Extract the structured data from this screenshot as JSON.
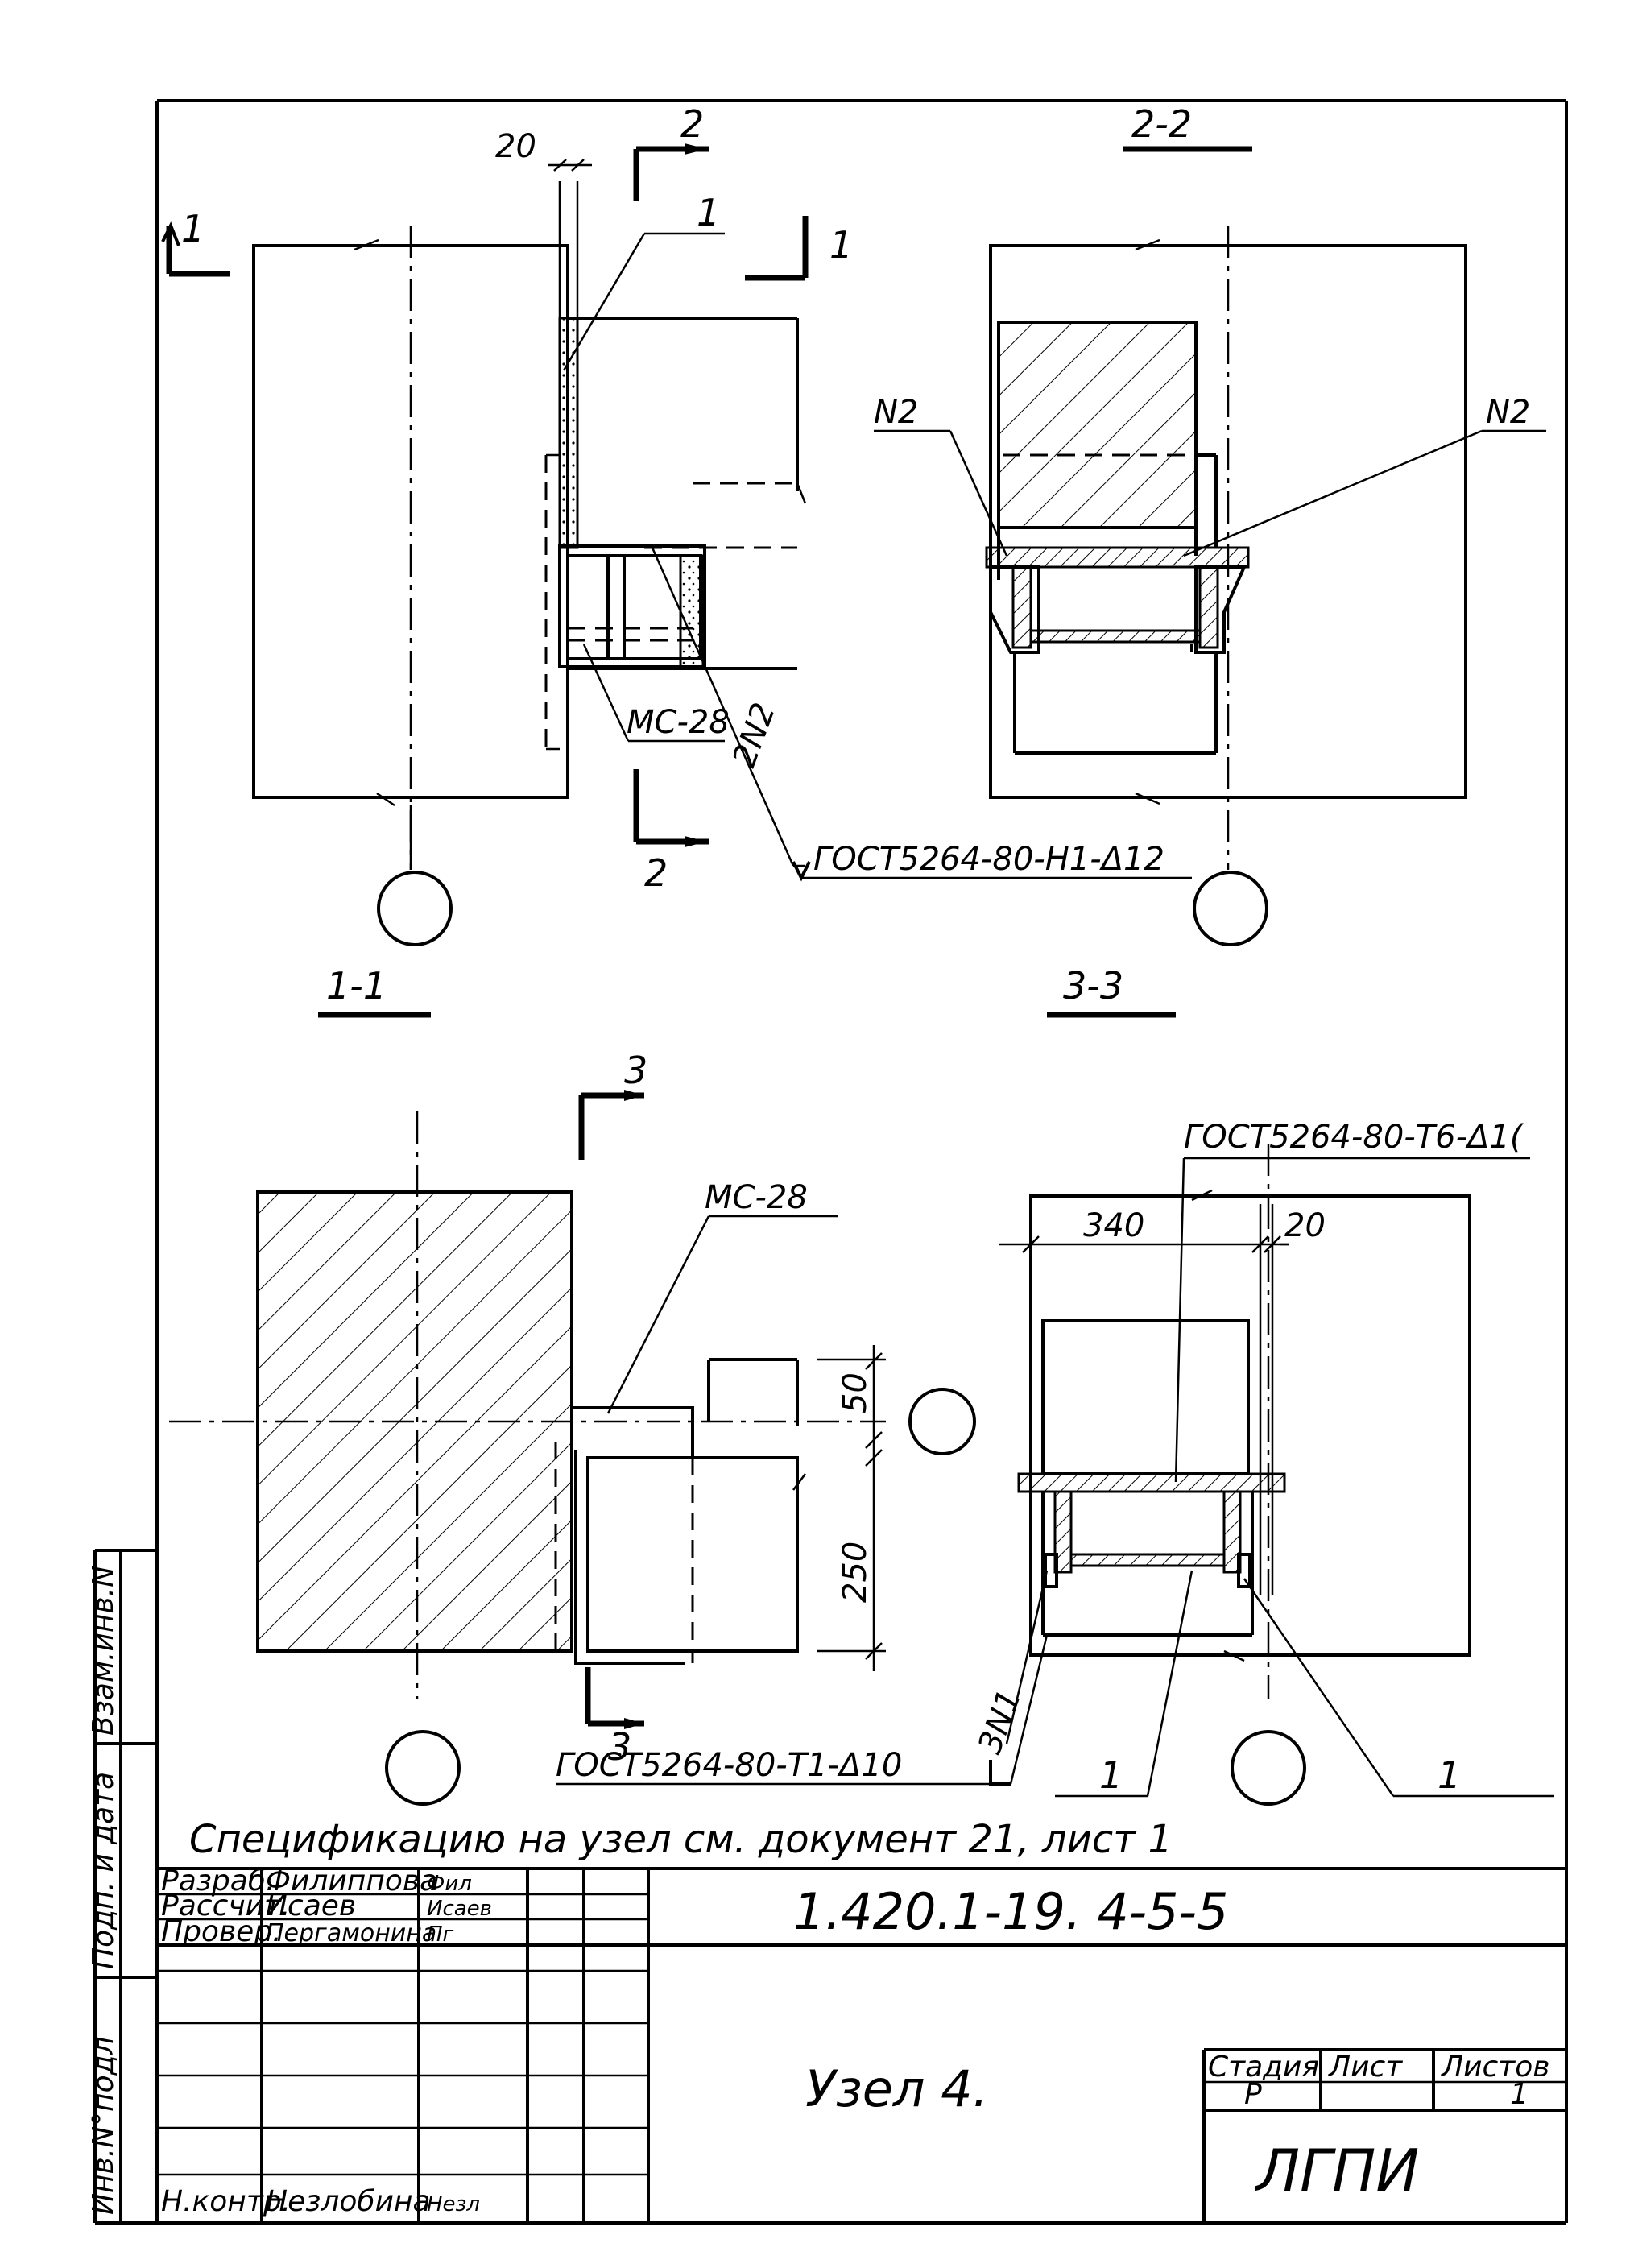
{
  "sections": {
    "s11": "1-1",
    "s22": "2-2",
    "s33": "3-3"
  },
  "markers": {
    "cut1": "1",
    "cut2": "2",
    "cut3": "3"
  },
  "labels": {
    "dim20_top": "20",
    "pos1_top": "1",
    "mc28_top": "МС-28",
    "n2_diag": "2N2",
    "gost_h1": "ГОСТ5264-80-Н1-Δ12",
    "n2_left": "N2",
    "n2_right": "N2",
    "gost_t6": "ГОСТ5264-80-Т6-Δ1(",
    "mc28_bottom": "МС-28",
    "dim340": "340",
    "dim20_bottom": "20",
    "dim50": "50",
    "dim250": "250",
    "n1_diag": "3N1",
    "gost_t1": "ГОСТ5264-80-Т1-Δ10",
    "pos1_a": "1",
    "pos1_b": "1"
  },
  "spec_note": "Спецификацию на узел см. документ 21, лист 1",
  "title_block": {
    "side_labels": [
      "Взам.инв.N",
      "Подп. и дата",
      "Инв.N°подл"
    ],
    "rows": [
      {
        "role": "Разраб.",
        "name": "Филиппова",
        "sign": "Фил"
      },
      {
        "role": "Рассчит.",
        "name": "Исаев",
        "sign": "Исаев"
      },
      {
        "role": "Провер.",
        "name": "Пергамонина",
        "sign": "Пг"
      },
      {
        "role": "Н.контр.",
        "name": "Незлобина",
        "sign": "Незл"
      }
    ],
    "doc_number": "1.420.1-19. 4-5-5",
    "drawing_title": "Узел 4.",
    "stage_header": "Стадия",
    "sheet_header": "Лист",
    "sheets_header": "Листов",
    "stage_value": "Р",
    "sheet_value": "",
    "sheets_value": "1",
    "organization": "ЛГПИ"
  }
}
